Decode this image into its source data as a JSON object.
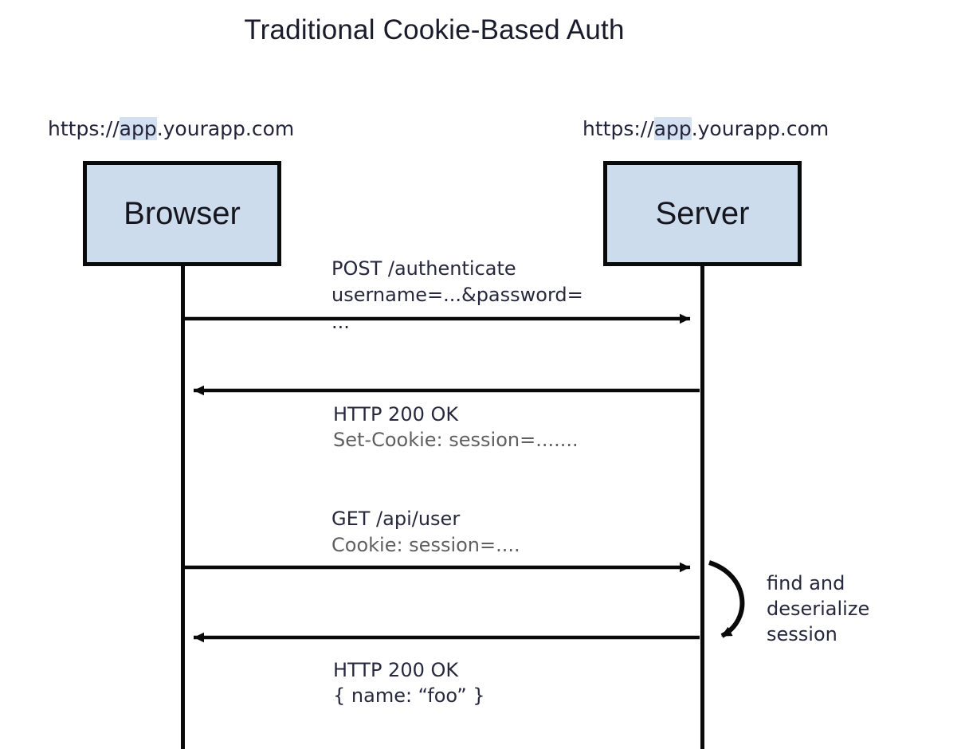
{
  "title": "Traditional Cookie-Based Auth",
  "actors": [
    {
      "id": "browser",
      "name": "Browser",
      "url_prefix": "https://",
      "url_highlight": "app",
      "url_suffix": ".yourapp.com",
      "url_full": "https://app.yourapp.com"
    },
    {
      "id": "server",
      "name": "Server",
      "url_prefix": "https://",
      "url_highlight": "app",
      "url_suffix": ".yourapp.com",
      "url_full": "https://app.yourapp.com"
    }
  ],
  "messages": [
    {
      "id": "post-authenticate",
      "direction": "browser-to-server",
      "line1": "POST /authenticate",
      "line2": "username=...&password=",
      "line3": "..."
    },
    {
      "id": "response-set-cookie",
      "direction": "server-to-browser",
      "line1": "HTTP 200 OK",
      "line2": "Set-Cookie: session=......."
    },
    {
      "id": "get-api-user",
      "direction": "browser-to-server",
      "line1": "GET /api/user",
      "line2": "Cookie: session=...."
    },
    {
      "id": "response-user-json",
      "direction": "server-to-browser",
      "line1": "HTTP 200 OK",
      "line2": "{ name: “foo” }"
    }
  ],
  "self_message": {
    "id": "server-self-loop",
    "label": "find and deserialize session"
  },
  "colors": {
    "actor_fill": "#cddcec",
    "actor_border": "#0a0a0a",
    "url_highlight": "#d3e0f0",
    "text": "#27273d",
    "muted_text": "#5f5f5f",
    "background": "#ffffff"
  },
  "chart_data": {
    "type": "diagram",
    "diagram_kind": "sequence",
    "title": "Traditional Cookie-Based Auth",
    "participants": [
      "Browser",
      "Server"
    ],
    "steps": [
      {
        "from": "Browser",
        "to": "Server",
        "label": "POST /authenticate\nusername=...&password=\n..."
      },
      {
        "from": "Server",
        "to": "Browser",
        "label": "HTTP 200 OK\nSet-Cookie: session=......."
      },
      {
        "from": "Browser",
        "to": "Server",
        "label": "GET /api/user\nCookie: session=...."
      },
      {
        "from": "Server",
        "to": "Server",
        "label": "find and deserialize session"
      },
      {
        "from": "Server",
        "to": "Browser",
        "label": "HTTP 200 OK\n{ name: “foo” }"
      }
    ]
  }
}
